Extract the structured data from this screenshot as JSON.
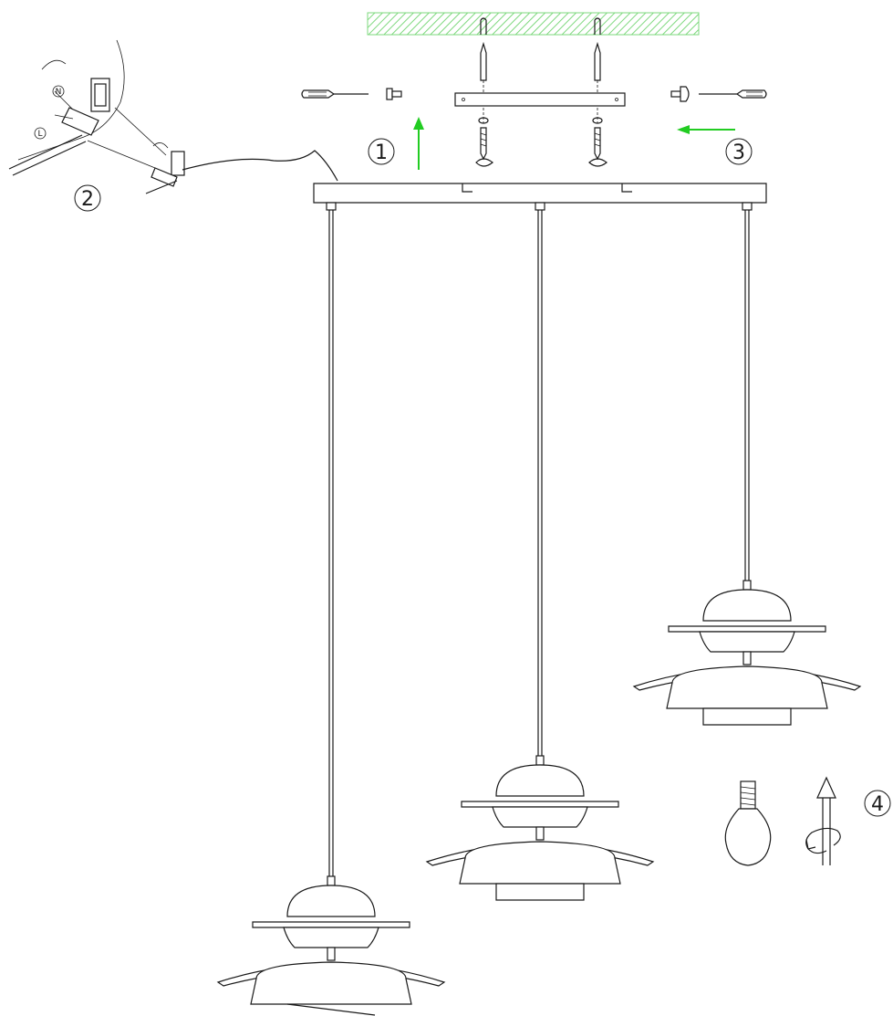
{
  "steps": [
    {
      "label": "1"
    },
    {
      "label": "2"
    },
    {
      "label": "3"
    },
    {
      "label": "4"
    }
  ],
  "wire_labels": {
    "neutral": "N",
    "live": "L"
  },
  "colors": {
    "ceiling_hatch": "#7ed87e",
    "direction_arrow": "#22cc22",
    "line": "#1a1a1a"
  },
  "icons": [
    "screwdriver-icon",
    "screw-icon",
    "bulb-icon",
    "rotate-icon"
  ]
}
